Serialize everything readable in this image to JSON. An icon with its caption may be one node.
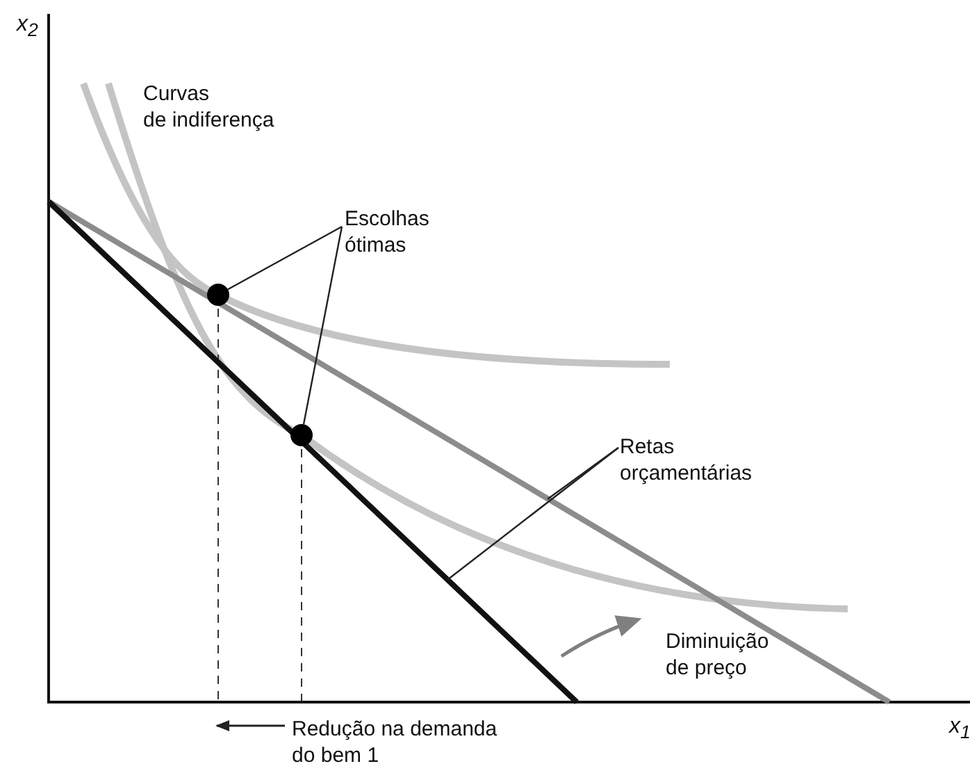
{
  "diagram": {
    "nodes": [
      {
        "text": [
          "Escolhas ótimas"
        ]
      },
      {
        "text": [],
        "shape": "circle"
      },
      {
        "text": [],
        "shape": "circle"
      },
      {
        "text": [
          "Retas orçamentárias"
        ]
      }
    ],
    "edges": [
      {
        "from": 0,
        "to": 1,
        "arrow": "none"
      },
      {
        "from": 0,
        "to": 2,
        "arrow": "none"
      },
      {
        "from": 3,
        "to": null,
        "arrow": "none"
      },
      {
        "from": 3,
        "to": null,
        "arrow": "none"
      }
    ],
    "labels": [
      "x$_{2}$",
      "Curvas de indiferença",
      "Diminuição de preço",
      "Redução na demanda do bem 1",
      "x$_{1}$"
    ]
  }
}
